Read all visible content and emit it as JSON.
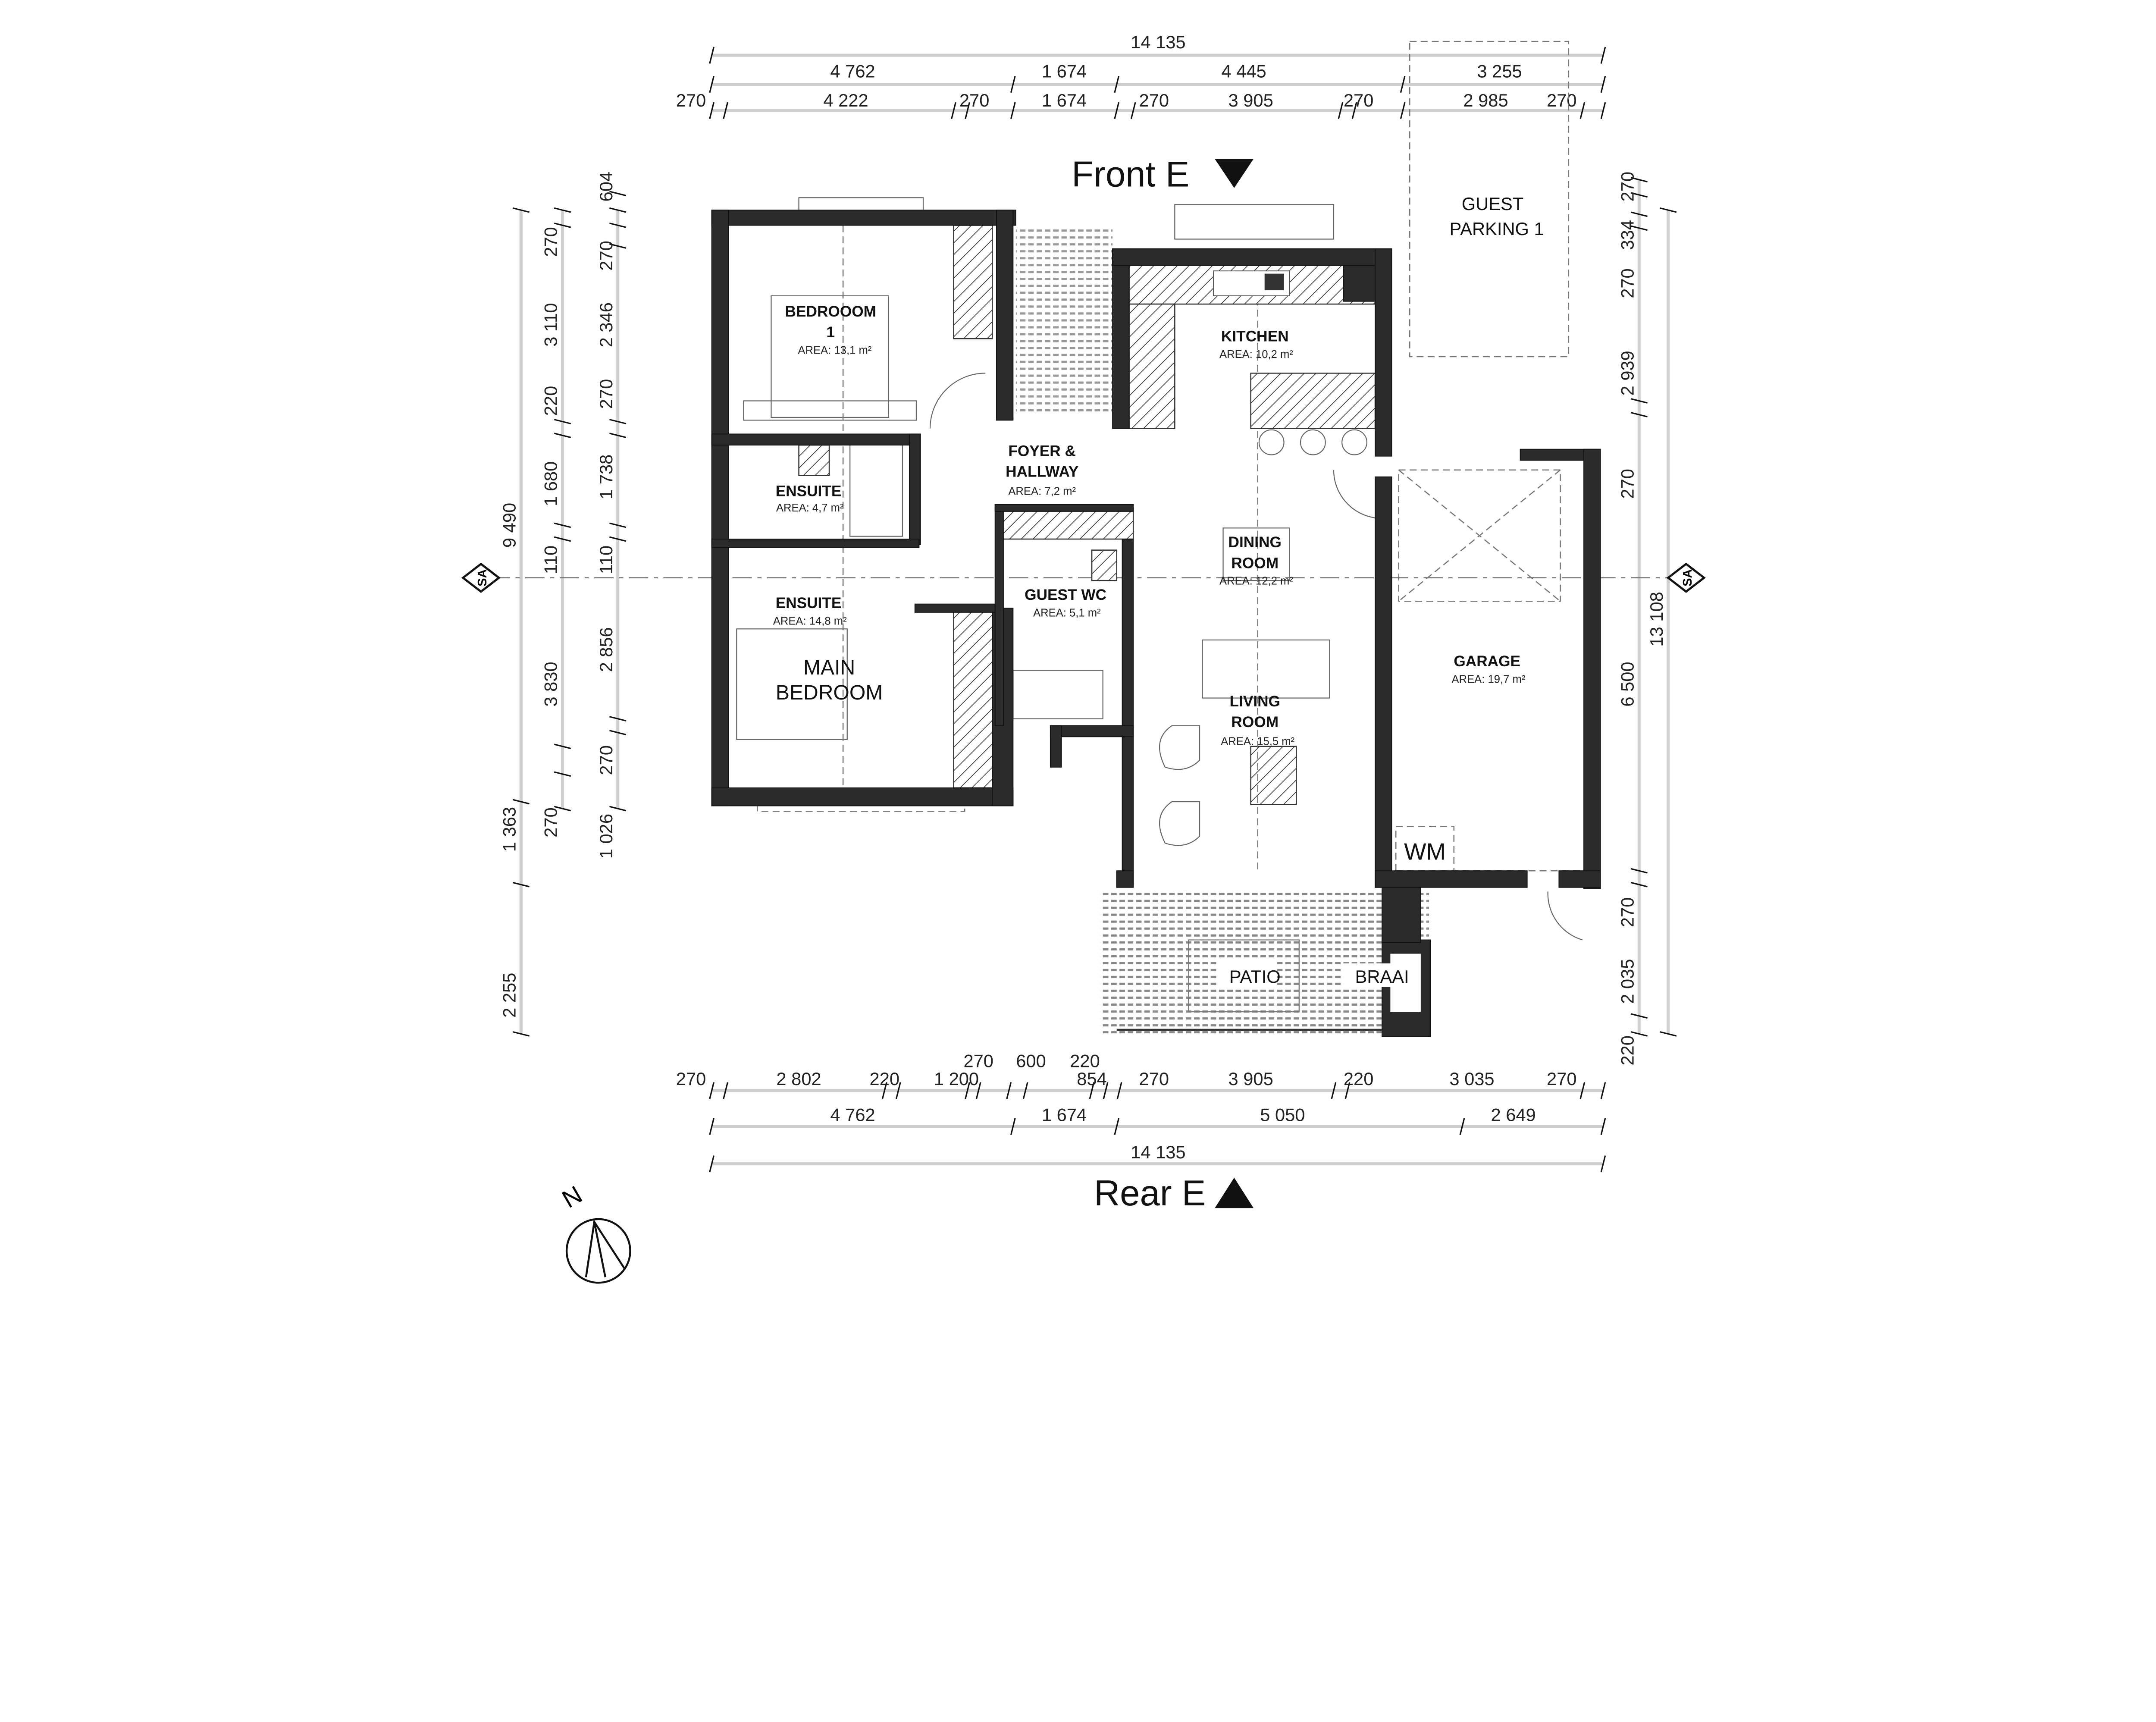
{
  "elevations": {
    "front": "Front E",
    "rear": "Rear E"
  },
  "section_marker": "SA",
  "north": "N",
  "rooms": {
    "bedroom1": {
      "name": "BEDROOOM",
      "name2": "1",
      "area": "AREA: 13,1 m²"
    },
    "ensuite1": {
      "name": "ENSUITE",
      "area": "AREA: 4,7 m²"
    },
    "foyer": {
      "name": "FOYER &",
      "name2": "HALLWAY",
      "area": "AREA: 7,2 m²"
    },
    "kitchen": {
      "name": "KITCHEN",
      "area": "AREA: 10,2 m²"
    },
    "dining": {
      "name": "DINING",
      "name2": "ROOM",
      "area": "AREA: 12,2 m²"
    },
    "guest_wc": {
      "name": "GUEST WC",
      "area": "AREA: 5,1 m²"
    },
    "ensuite2": {
      "name": "ENSUITE",
      "area": "AREA: 14,8 m²"
    },
    "main_bedroom": {
      "name": "MAIN",
      "name2": "BEDROOM"
    },
    "living": {
      "name": "LIVING",
      "name2": "ROOM",
      "area": "AREA: 15,5 m²"
    },
    "garage": {
      "name": "GARAGE",
      "area": "AREA: 19,7 m²"
    },
    "patio": {
      "name": "PATIO"
    },
    "braai": {
      "name": "BRAAI"
    },
    "wm": {
      "name": "WM"
    },
    "guest_parking": {
      "name": "GUEST",
      "name2": "PARKING 1"
    }
  },
  "dimensions": {
    "top": {
      "overall": [
        "14 135"
      ],
      "row2": [
        "4 762",
        "1 674",
        "4 445",
        "3 255"
      ],
      "row3": [
        "270",
        "4 222",
        "270",
        "1 674",
        "270",
        "3 905",
        "270",
        "2 985",
        "270"
      ]
    },
    "bottom": {
      "row0": [
        "270",
        "600",
        "220"
      ],
      "row1": [
        "270",
        "2 802",
        "220",
        "1 200",
        "854",
        "270",
        "3 905",
        "220",
        "3 035",
        "270"
      ],
      "row2": [
        "4 762",
        "1 674",
        "5 050",
        "2 649"
      ],
      "overall": [
        "14 135"
      ]
    },
    "left": {
      "outer": [
        "9 490",
        "1 363",
        "2 255"
      ],
      "mid": [
        "270",
        "3 110",
        "220",
        "1 680",
        "110",
        "3 830",
        "270"
      ],
      "inner": [
        "604",
        "270",
        "2 346",
        "270",
        "1 738",
        "110",
        "2 856",
        "270",
        "1 026"
      ]
    },
    "right": {
      "inner": [
        "270",
        "334",
        "270",
        "2 939",
        "270",
        "6 500",
        "270",
        "2 035",
        "220"
      ],
      "outer": [
        "13 108"
      ]
    }
  }
}
